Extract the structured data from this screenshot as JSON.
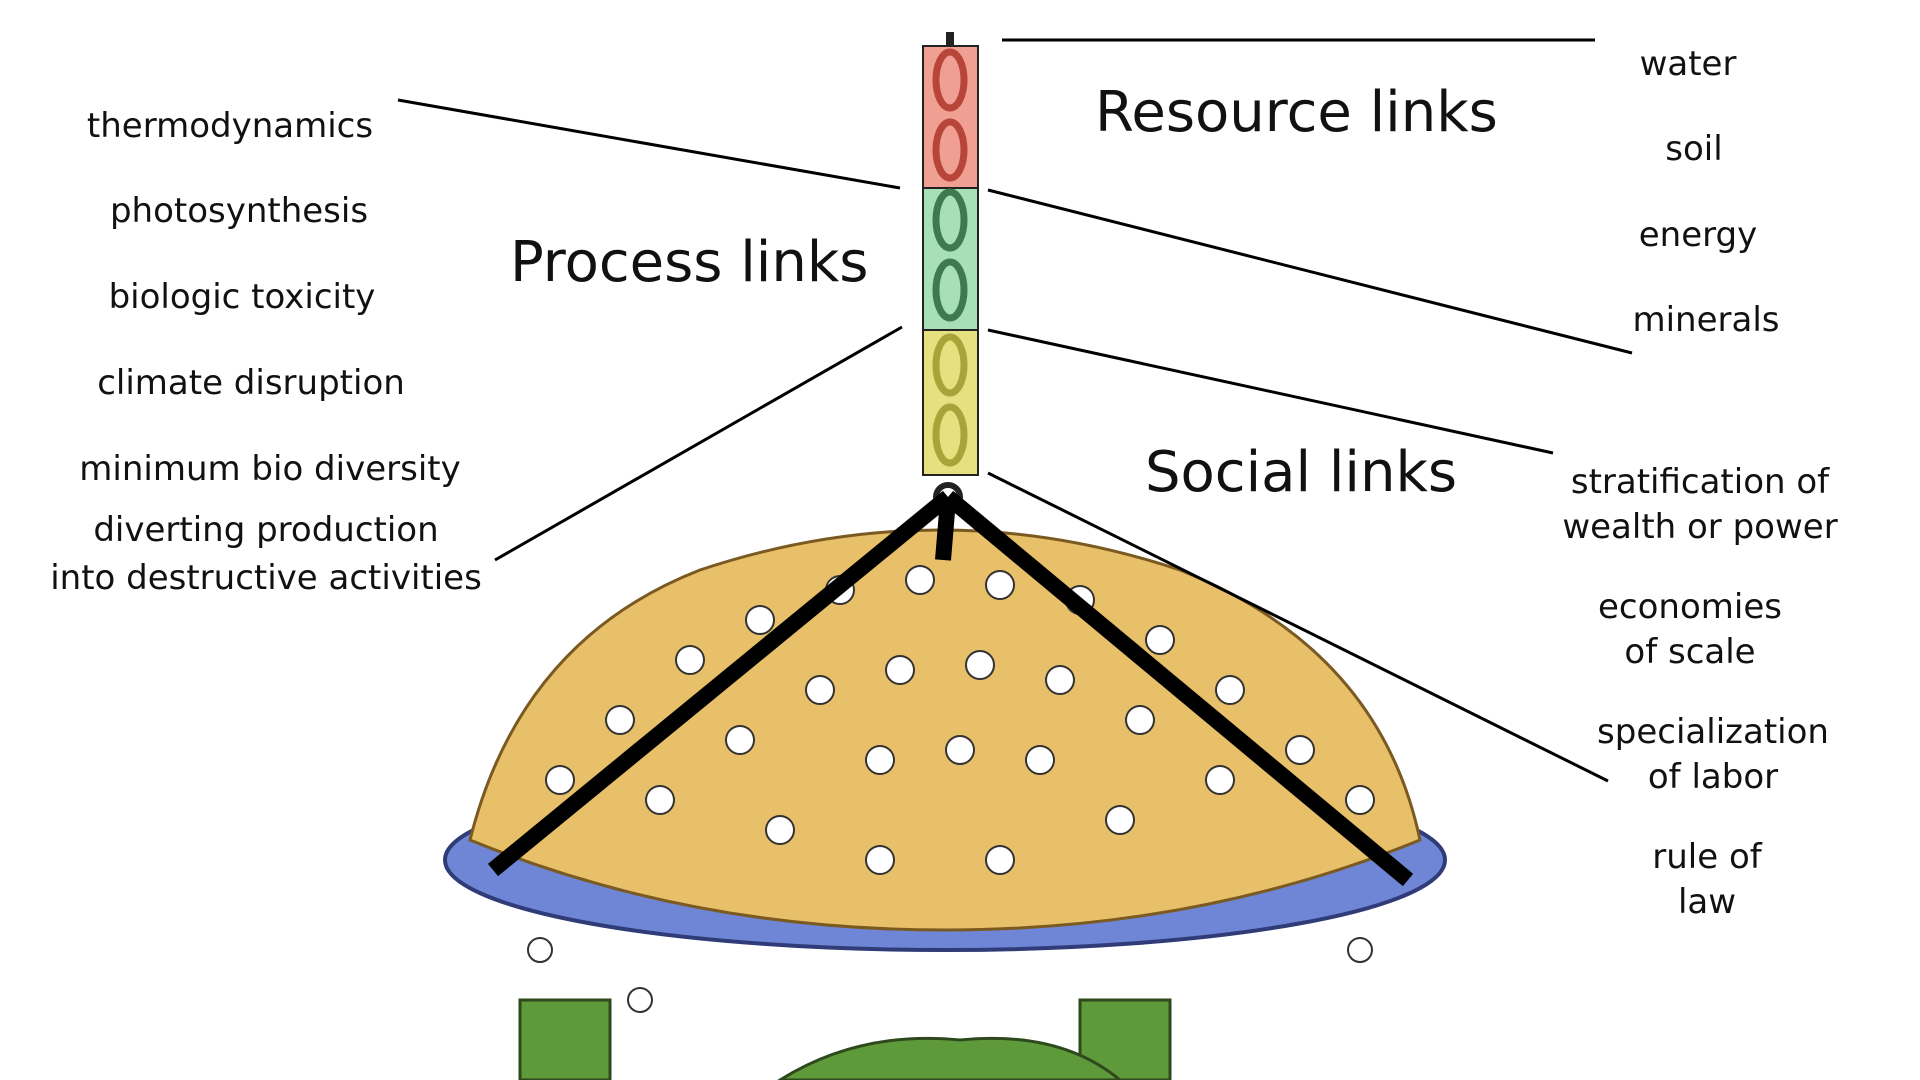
{
  "groups": {
    "resource": {
      "title": "Resource links",
      "items": [
        "water",
        "soil",
        "energy",
        "minerals"
      ]
    },
    "process": {
      "title": "Process links",
      "items": [
        "thermodynamics",
        "photosynthesis",
        "biologic toxicity",
        "climate disruption",
        "minimum bio diversity",
        "diverting production",
        "into destructive activities"
      ]
    },
    "social": {
      "title": "Social links",
      "items": [
        "stratification of",
        "wealth or power",
        "economies",
        "of scale",
        "specialization",
        "of labor",
        "rule of",
        "law"
      ]
    }
  },
  "colors": {
    "resource_link": "#f0a093",
    "process_link": "#a8e0b6",
    "social_link": "#e6e080",
    "chain_resource": "#b8453a",
    "chain_process": "#3f7a4e",
    "chain_social": "#a9a43a",
    "figures": "#e8c06a",
    "platform": "#6f86d6",
    "pillars": "#5f9a3a"
  },
  "icons": [
    "chain-icon",
    "crowd-illustration"
  ]
}
